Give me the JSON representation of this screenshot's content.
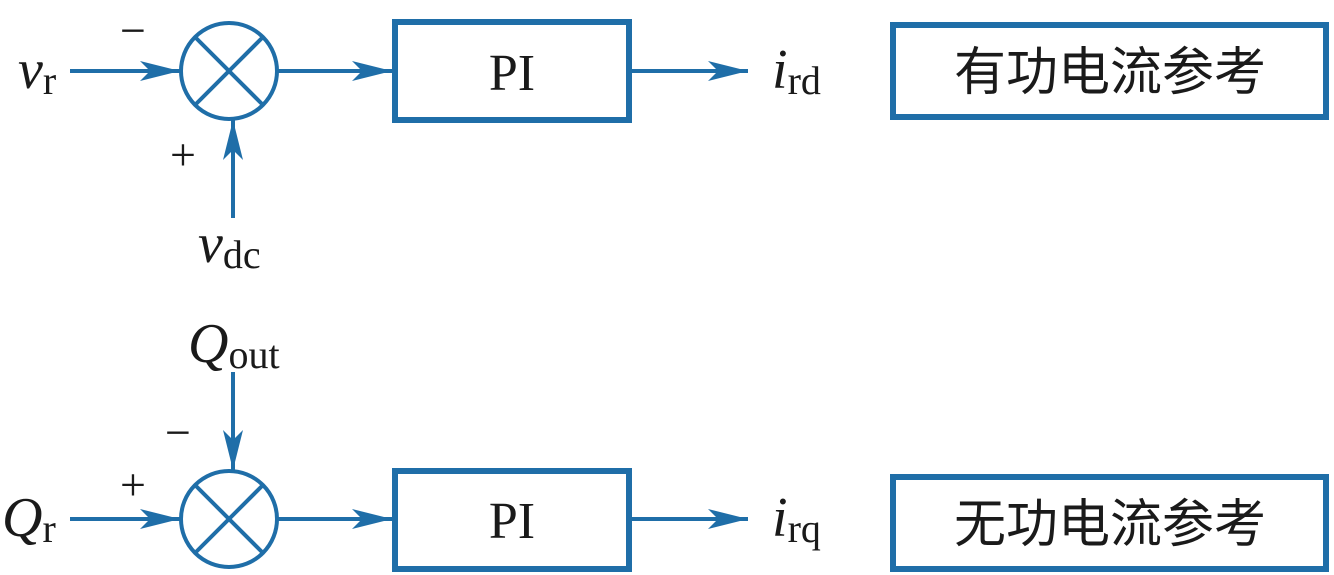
{
  "colors": {
    "line": "#1f6ea8",
    "text": "#1a1a1a",
    "background": "#ffffff"
  },
  "loops": [
    {
      "id": "active",
      "input_main": {
        "symbol": "v",
        "sub": "r",
        "sign": "−"
      },
      "input_feedback": {
        "symbol": "v",
        "sub": "dc",
        "sign": "+"
      },
      "controller": "PI",
      "output": {
        "symbol": "i",
        "sub": "rd"
      },
      "reference_label": "有功电流参考"
    },
    {
      "id": "reactive",
      "input_main": {
        "symbol": "Q",
        "sub": "r",
        "sign": "+"
      },
      "input_feedback": {
        "symbol": "Q",
        "sub": "out",
        "sign": "−"
      },
      "controller": "PI",
      "output": {
        "symbol": "i",
        "sub": "rq"
      },
      "reference_label": "无功电流参考"
    }
  ]
}
